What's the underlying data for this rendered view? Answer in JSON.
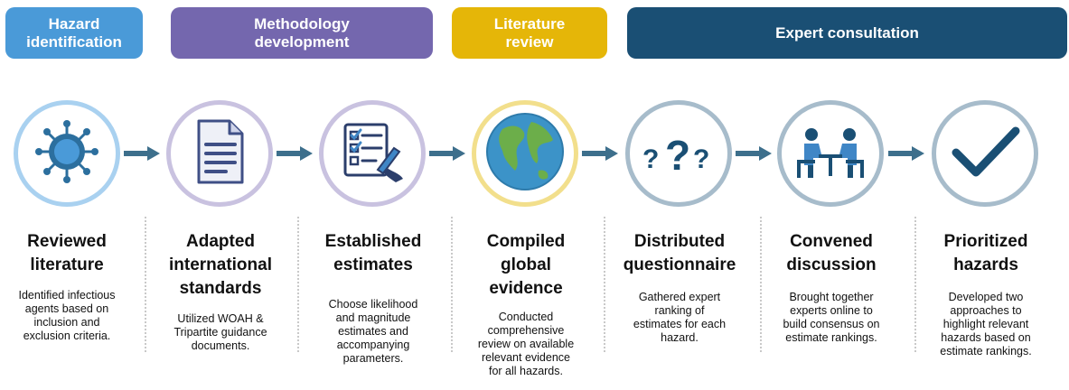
{
  "phases": {
    "hazard": "Hazard\nidentification",
    "method": "Methodology\ndevelopment",
    "literature": "Literature\nreview",
    "expert": "Expert consultation"
  },
  "steps": [
    {
      "title": "Reviewed\nliterature",
      "desc": "Identified infectious\nagents based on\ninclusion and\nexclusion criteria.",
      "icon": "virus-icon"
    },
    {
      "title": "Adapted\ninternational\nstandards",
      "desc": "Utilized WOAH &\nTripartite guidance\ndocuments.",
      "icon": "document-icon"
    },
    {
      "title": "Established\nestimates",
      "desc": "Choose likelihood\nand magnitude\nestimates and\naccompanying\nparameters.",
      "icon": "checklist-icon"
    },
    {
      "title": "Compiled\nglobal\nevidence",
      "desc": "Conducted\ncomprehensive\nreview on available\nrelevant evidence\nfor all hazards.",
      "icon": "globe-icon"
    },
    {
      "title": "Distributed\nquestionnaire",
      "desc": "Gathered expert\nranking of\nestimates for each\nhazard.",
      "icon": "question-marks-icon"
    },
    {
      "title": "Convened\ndiscussion",
      "desc": "Brought together\nexperts online to\nbuild consensus on\nestimate rankings.",
      "icon": "meeting-icon"
    },
    {
      "title": "Prioritized\nhazards",
      "desc": "Developed two\napproaches to\nhighlight relevant\nhazards based on\nestimate rankings.",
      "icon": "checkmark-icon"
    }
  ],
  "colors": {
    "hazard": "#4a9ad8",
    "method": "#7467ae",
    "literature": "#e5b608",
    "expert": "#1a4f74",
    "arrow": "#3d6f8c"
  }
}
